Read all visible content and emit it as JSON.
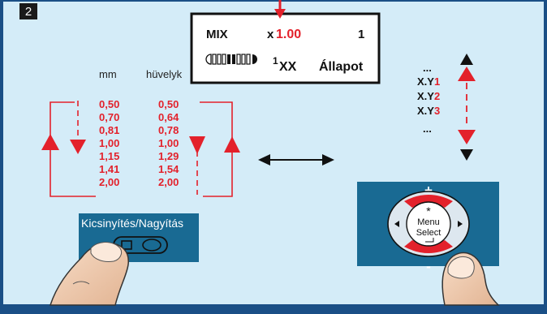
{
  "step": {
    "number": "2"
  },
  "lcd": {
    "mode": "MIX",
    "zoom_prefix": "x",
    "zoom_value": "1.00",
    "copies": "1",
    "superscript": "1",
    "xx": "XX",
    "status": "Állapot"
  },
  "table": {
    "col_mm_header": "mm",
    "col_inch_header": "hüvelyk",
    "mm_values": [
      "0,50",
      "0,70",
      "0,81",
      "1,00",
      "1,15",
      "1,41",
      "2,00"
    ],
    "inch_values": [
      "0,50",
      "0,64",
      "0,78",
      "1,00",
      "1,29",
      "1,54",
      "2,00"
    ]
  },
  "list": {
    "top_ellipsis": "...",
    "items": [
      {
        "prefix": "X.Y",
        "digit": "1"
      },
      {
        "prefix": "X.Y",
        "digit": "2"
      },
      {
        "prefix": "X.Y",
        "digit": "3"
      }
    ],
    "bottom_ellipsis": "..."
  },
  "reduce_enlarge": {
    "label_part1": "Kic",
    "label_part2": "sinyítés/Nagyítás"
  },
  "menu_dial": {
    "plus": "+",
    "minus": "-",
    "line1": "Menu",
    "line2": "Select",
    "star": "*"
  },
  "colors": {
    "background": "#d4ecf8",
    "frame_blue": "#1a4f86",
    "accent_red": "#e3212b",
    "panel_teal": "#196a93",
    "text_dark": "#111111"
  }
}
